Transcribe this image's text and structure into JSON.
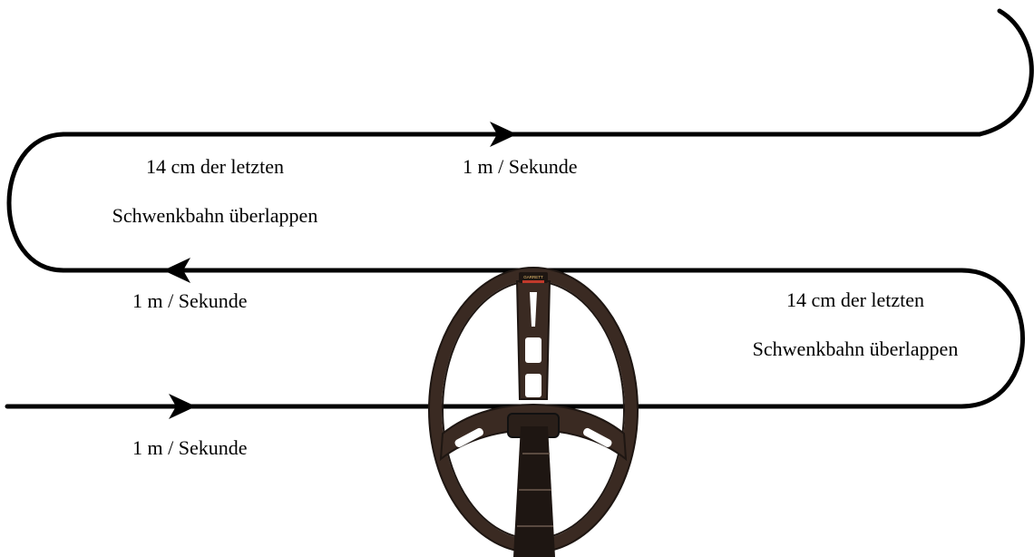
{
  "labels": {
    "speed_top": "1 m / Sekunde",
    "speed_middle": "1 m / Sekunde",
    "speed_bottom": "1 m / Sekunde",
    "overlap_left_line1": "14 cm der letzten",
    "overlap_left_line2": "Schwenkbahn überlappen",
    "overlap_right_line1": "14 cm der letzten",
    "overlap_right_line2": "Schwenkbahn überlappen"
  },
  "coil": {
    "brand_text": "GARRETT"
  },
  "colors": {
    "path": "#000000",
    "coil": "#3a2a22",
    "coil_dark": "#1e1612",
    "brand_badge": "#c0392b",
    "background": "#ffffff"
  }
}
